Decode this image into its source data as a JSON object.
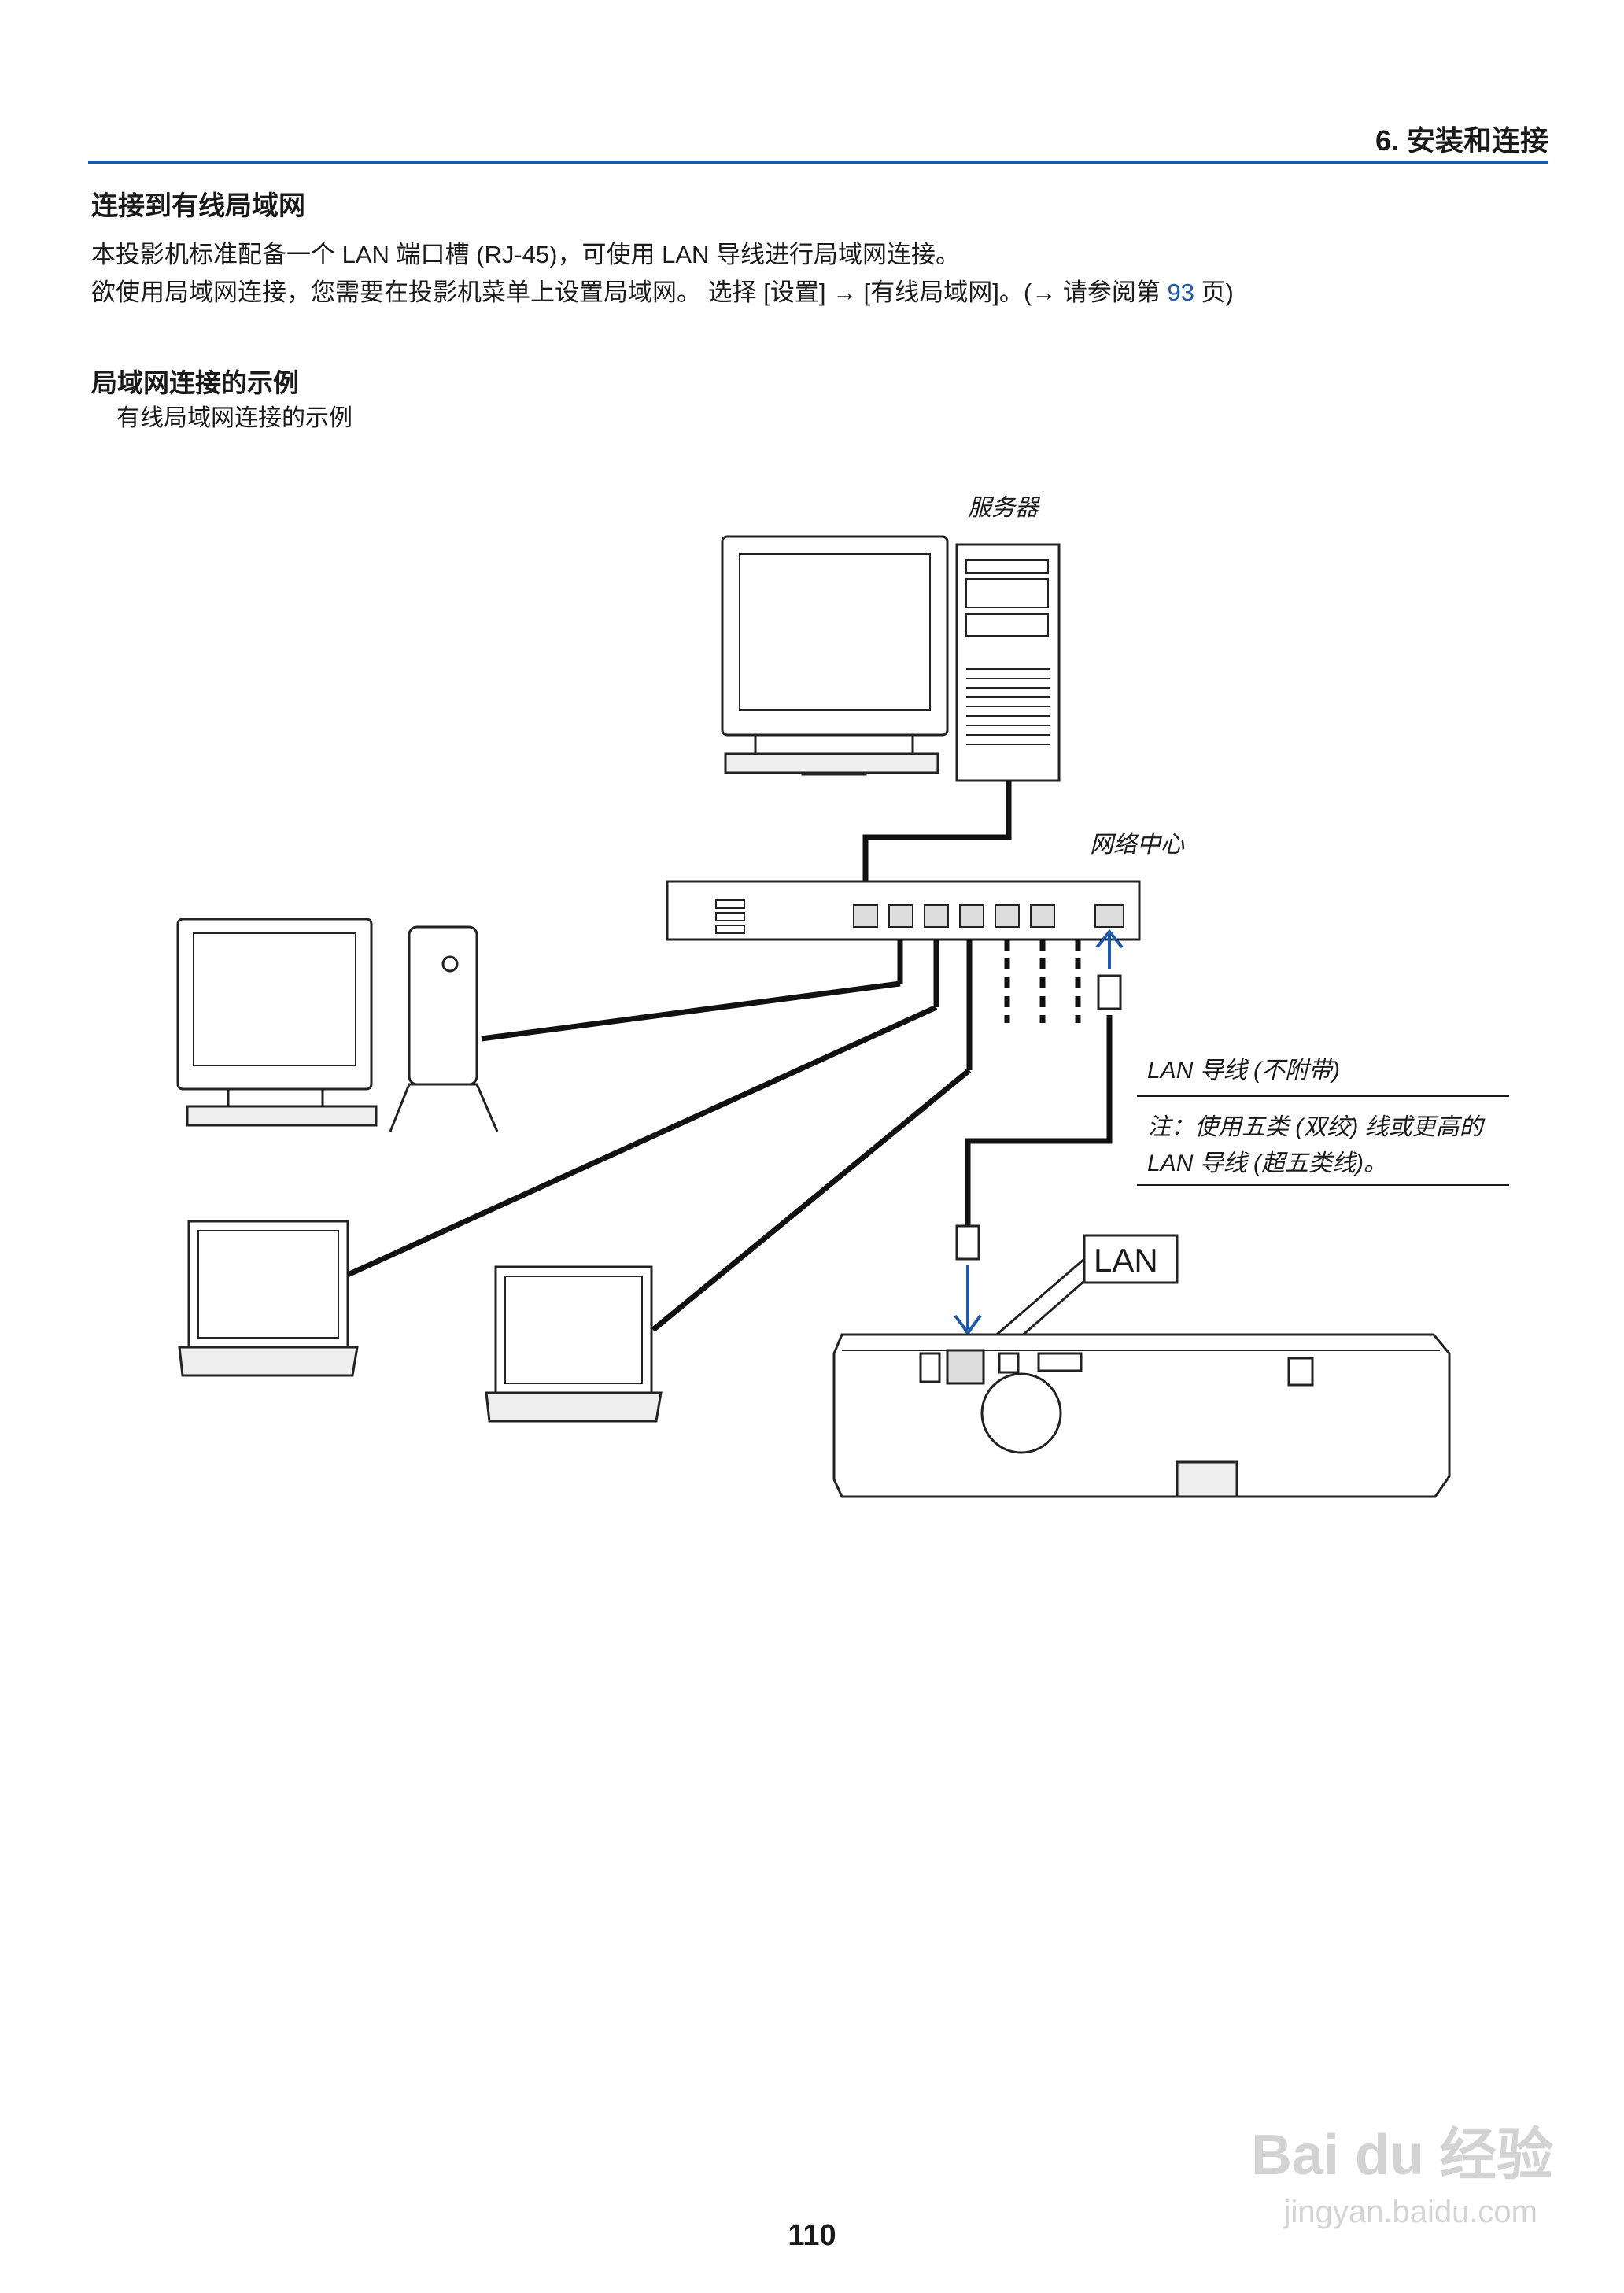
{
  "header": {
    "chapter_title": "6. 安装和连接"
  },
  "section": {
    "title": "连接到有线局域网",
    "para1": "本投影机标准配备一个 LAN 端口槽 (RJ-45)，可使用 LAN 导线进行局域网连接。",
    "para2_prefix": "欲使用局域网连接，您需要在投影机菜单上设置局域网。 选择 [设置] → [有线局域网]。(→ 请参阅第 ",
    "para2_link": "93",
    "para2_suffix": " 页)"
  },
  "example": {
    "title": "局域网连接的示例",
    "desc": "有线局域网连接的示例"
  },
  "diagram": {
    "server_label": "服务器",
    "hub_label": "网络中心",
    "cable_label": "LAN 导线 (不附带)",
    "note_line1": "注：使用五类 (双绞) 线或更高的",
    "note_line2": "LAN 导线 (超五类线)。",
    "port_label": "LAN"
  },
  "page_number": "110",
  "watermark": {
    "main": "Bai du 经验",
    "sub": "jingyan.baidu.com"
  }
}
